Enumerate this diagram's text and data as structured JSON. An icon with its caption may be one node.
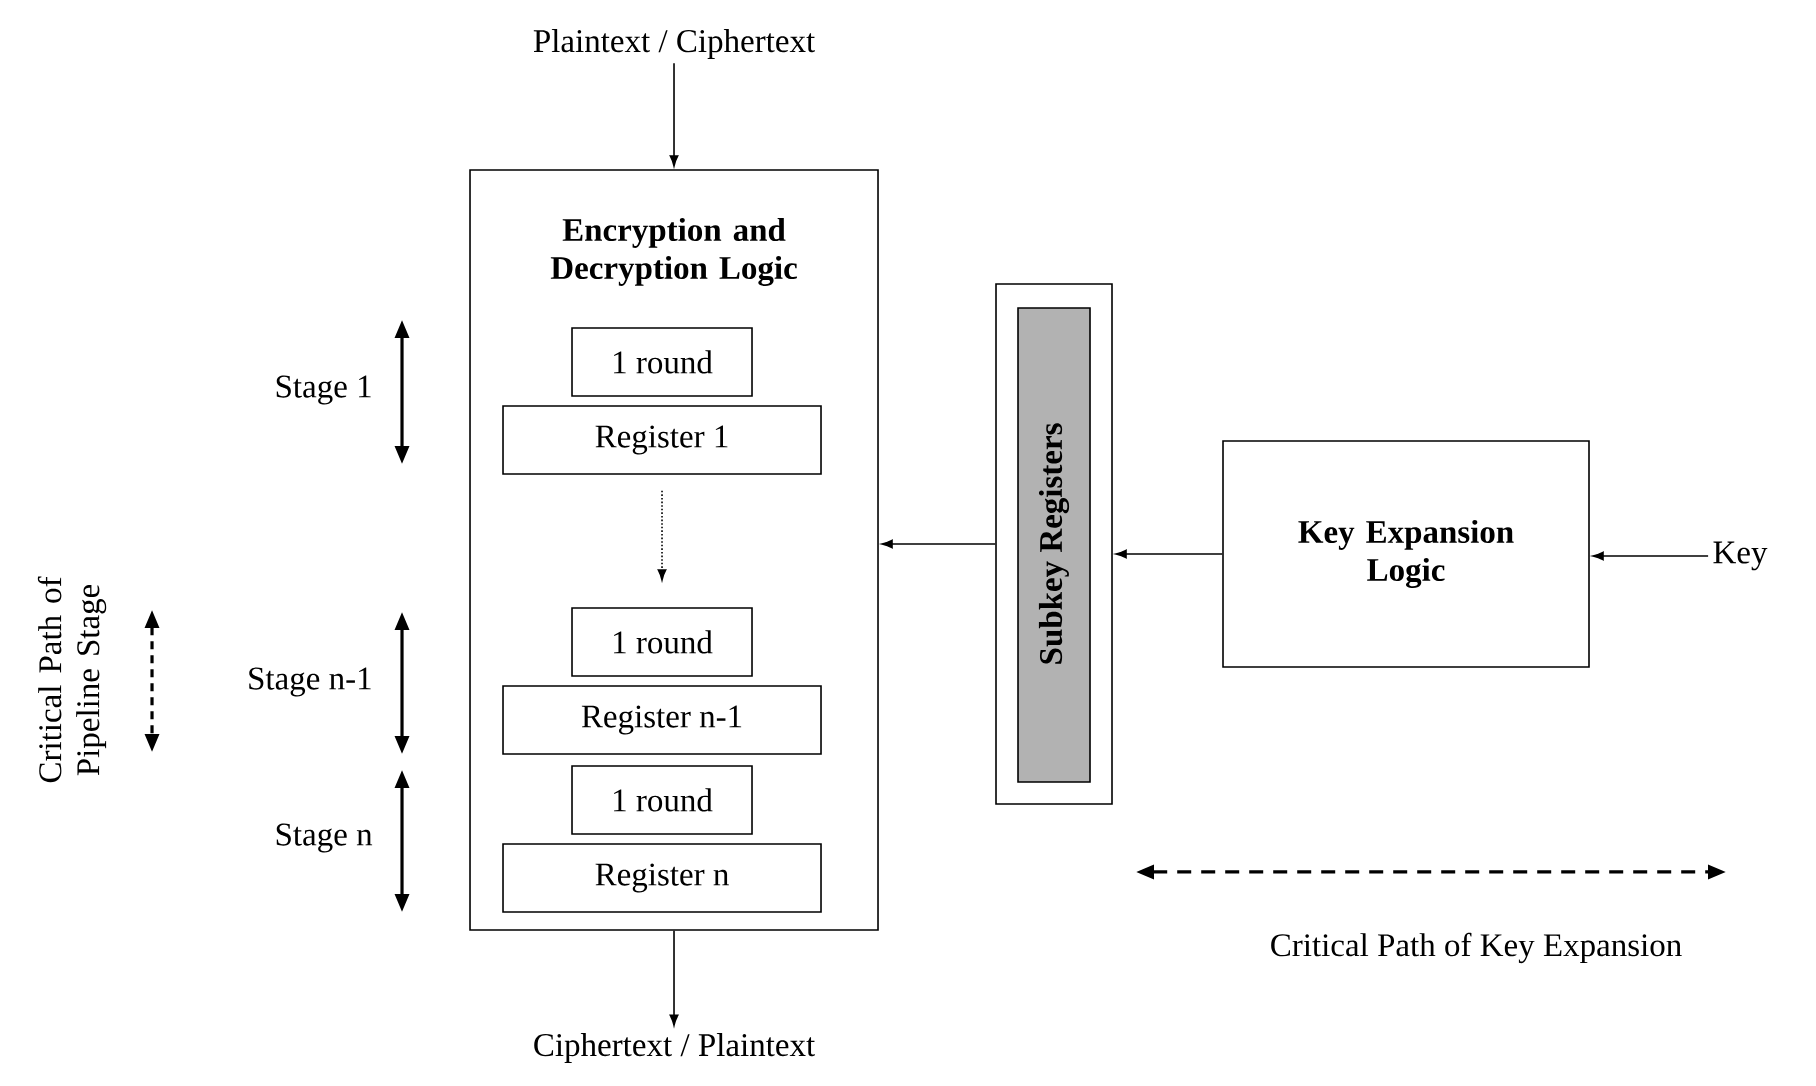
{
  "diagram": {
    "nodes": [
      {
        "text": [
          "Plaintext / Ciphertext"
        ]
      },
      {
        "text": [
          "Encryption and Decryption Logic"
        ]
      },
      {
        "text": [
          "1 round"
        ],
        "in": 1
      },
      {
        "text": [
          "Register 1"
        ],
        "in": 1
      },
      {
        "text": [
          "1 round"
        ],
        "in": 1
      },
      {
        "text": [
          "Register n-1"
        ],
        "in": 1
      },
      {
        "text": [
          "1 round"
        ],
        "in": 1
      },
      {
        "text": [
          "Register n"
        ],
        "in": 1
      },
      {
        "text": [
          "Ciphertext / Plaintext"
        ]
      },
      {
        "text": [
          "Subkey Registers"
        ]
      },
      {
        "text": [
          "Key Expansion Logic"
        ]
      },
      {
        "text": [
          "Key"
        ]
      }
    ],
    "edges": [
      {
        "from": 0,
        "to": 1,
        "arrow": "to"
      },
      {
        "from": 1,
        "to": 8,
        "arrow": "to"
      },
      {
        "from": 3,
        "to": 4,
        "arrow": "to",
        "style": "dashed"
      },
      {
        "from": 9,
        "to": 1,
        "arrow": "to"
      },
      {
        "from": 10,
        "to": 9,
        "arrow": "to"
      },
      {
        "from": 11,
        "to": 10,
        "arrow": "to"
      }
    ],
    "labels": [
      "Stage 1",
      "Critical Path of Pipeline Stage",
      "Stage n-1",
      "Stage n",
      "Critical Path of Key Expansion"
    ]
  }
}
